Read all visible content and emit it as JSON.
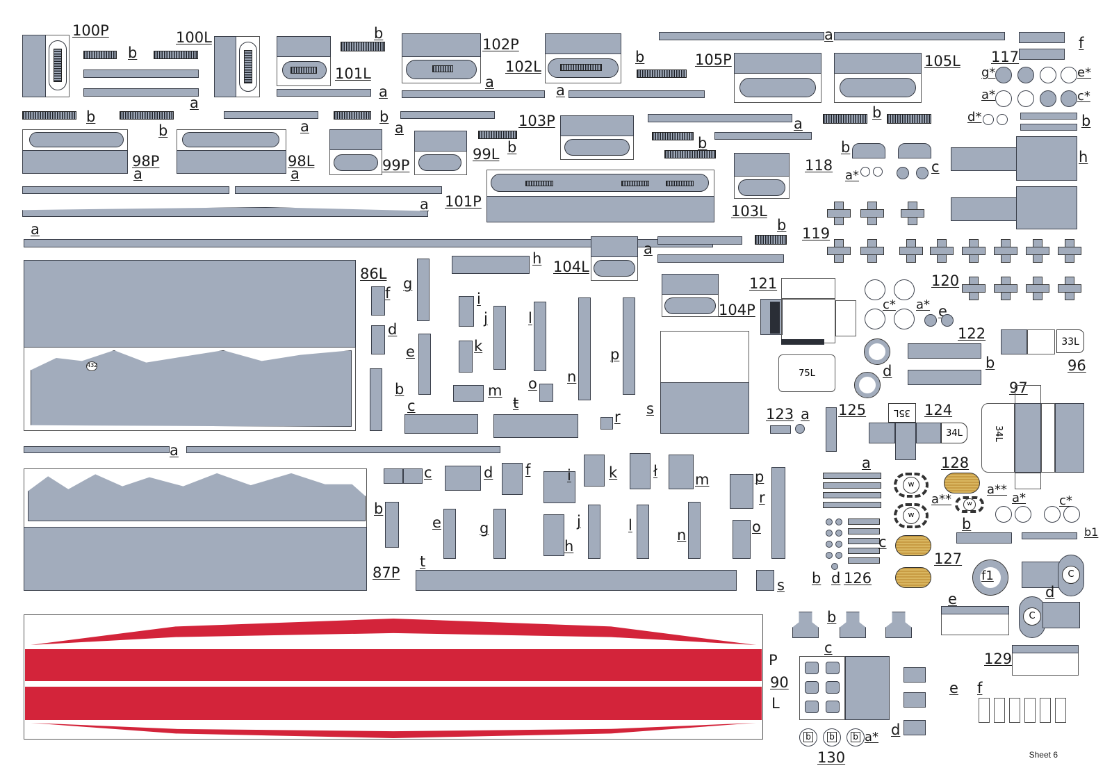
{
  "sheet": {
    "label": "Sheet 6"
  },
  "colors": {
    "part_fill": "#a2acbc",
    "outline": "#3a3f4a",
    "red_stripe": "#d3243a",
    "wood": "#d9b660"
  },
  "labels": {
    "p100P": "100P",
    "p100L": "100L",
    "p101L": "101L",
    "p101P": "101P",
    "p102P": "102P",
    "p102L": "102L",
    "p103P": "103P",
    "p103L": "103L",
    "p104L": "104L",
    "p104P": "104P",
    "p105P": "105P",
    "p105L": "105L",
    "p98P": "98P",
    "p98L": "98L",
    "p99P": "99P",
    "p99L": "99L",
    "p117": "117",
    "p118": "118",
    "p119": "119",
    "p120": "120",
    "p121": "121",
    "p122": "122",
    "p123": "123",
    "p124": "124",
    "p125": "125",
    "p126": "126",
    "p127": "127",
    "p128": "128",
    "p129": "129",
    "p130": "130",
    "p96": "96",
    "p97": "97",
    "p86L": "86L",
    "p87P": "87P",
    "p90": "90",
    "p90P": "P",
    "p90L": "L"
  },
  "letters": {
    "a": "a",
    "b": "b",
    "c": "c",
    "d": "d",
    "e": "e",
    "f": "f",
    "g": "g",
    "h": "h",
    "i": "i",
    "j": "j",
    "k": "k",
    "l": "l",
    "l_stroke": "ł",
    "m": "m",
    "n": "n",
    "o": "o",
    "p": "p",
    "r": "r",
    "s": "s",
    "t": "t",
    "t_stroke": "ŧ",
    "a_star": "a*",
    "a_dstar": "a**",
    "c_star": "c*",
    "e_star": "e*",
    "d_star": "d*",
    "g_star": "g*",
    "b1": "b1",
    "f1": "f1"
  },
  "tags": {
    "t33L": "33L",
    "t34L": "34L",
    "t35L": "35L",
    "t34L_v": "34L",
    "t75L": "75L",
    "t432": "432",
    "w": "w",
    "c": "C",
    "b": "b"
  }
}
